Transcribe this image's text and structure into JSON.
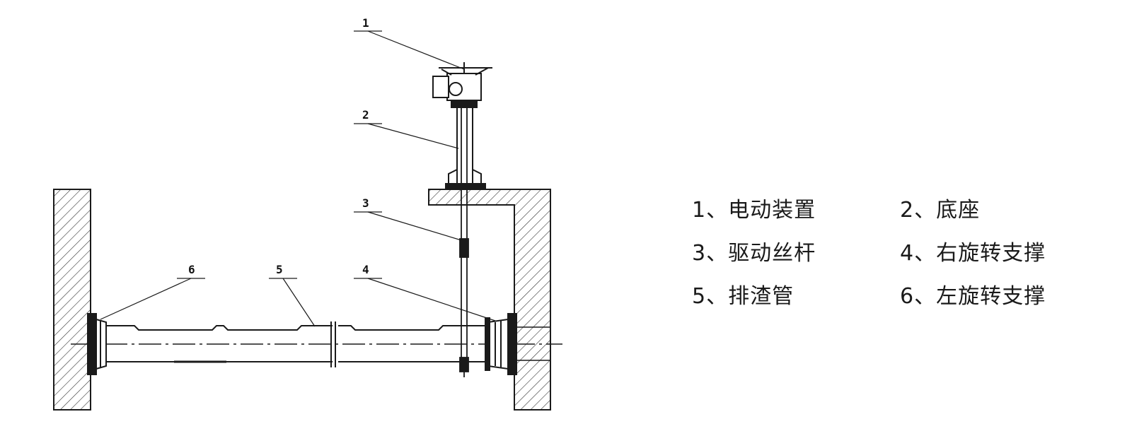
{
  "callouts": [
    "1",
    "2",
    "3",
    "4",
    "5",
    "6"
  ],
  "legend": {
    "rows": [
      [
        {
          "label": "1、电动装置"
        },
        {
          "label": "2、底座"
        }
      ],
      [
        {
          "label": "3、驱动丝杆"
        },
        {
          "label": "4、右旋转支撑"
        }
      ],
      [
        {
          "label": "5、排渣管"
        },
        {
          "label": "6、左旋转支撑"
        }
      ]
    ]
  },
  "colors": {
    "line": "#1a1a1a",
    "hatch": "#333333"
  }
}
